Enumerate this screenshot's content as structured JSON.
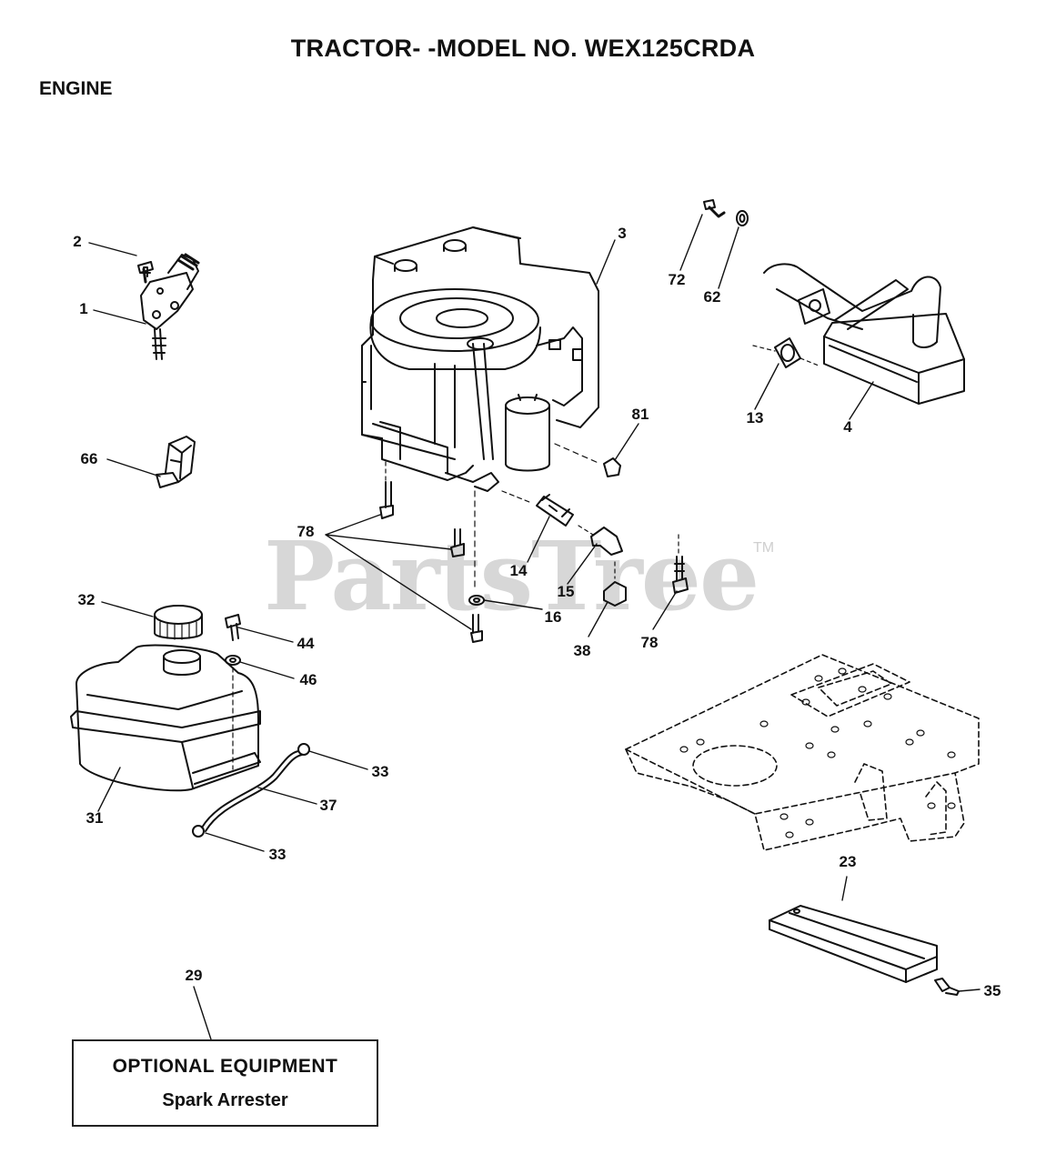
{
  "header": {
    "title": "TRACTOR- -MODEL NO. WEX125CRDA",
    "section": "ENGINE"
  },
  "watermark": {
    "text": "PartsTree",
    "tm": "TM"
  },
  "callouts": [
    "2",
    "1",
    "66",
    "3",
    "72",
    "62",
    "13",
    "4",
    "81",
    "78",
    "14",
    "15",
    "16",
    "38",
    "78",
    "32",
    "44",
    "46",
    "33",
    "37",
    "31",
    "33",
    "23",
    "35",
    "29"
  ],
  "optional_box": {
    "heading": "OPTIONAL EQUIPMENT",
    "item": "Spark Arrester"
  }
}
